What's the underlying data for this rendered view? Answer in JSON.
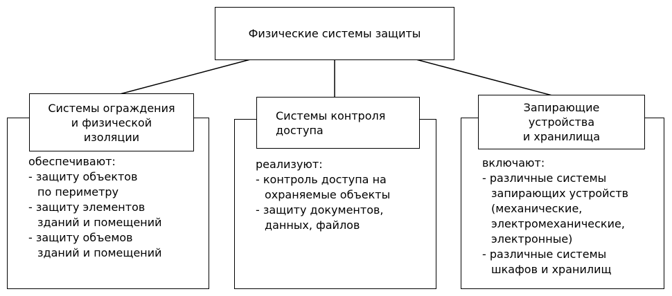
{
  "root_box": {
    "label": "Физические системы защиты"
  },
  "branches": [
    {
      "title": "Системы ограждения\nи физической\nизоляции",
      "intro": "обеспечивают:",
      "items": [
        "- защиту объектов\nпо периметру",
        "- защиту элементов\nзданий и помещений",
        "- защиту объемов\nзданий и помещений"
      ]
    },
    {
      "title": "Системы контроля\nдоступа",
      "intro": "реализуют:",
      "items": [
        "- контроль доступа на\nохраняемые объекты",
        "- защиту документов,\nданных, файлов"
      ]
    },
    {
      "title": "Запирающие\nустройства\nи хранилища",
      "intro": "включают:",
      "items": [
        "- различные системы\nзапирающих устройств\n(механические,\nэлектромеханические,\nэлектронные)",
        "- различные системы\nшкафов и хранилищ"
      ]
    }
  ],
  "colors": {
    "background": "#ffffff",
    "border": "#000000",
    "text": "#000000"
  }
}
